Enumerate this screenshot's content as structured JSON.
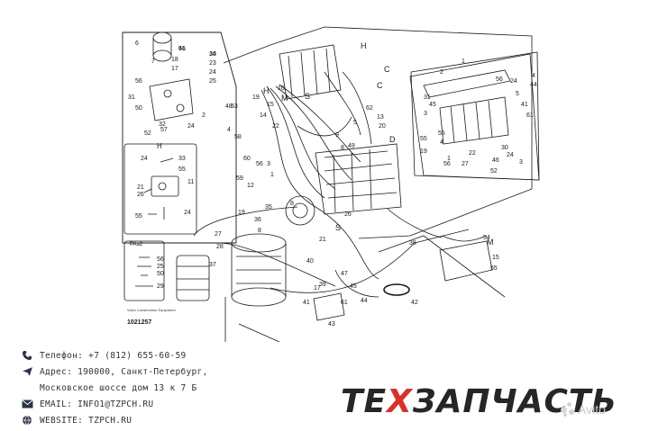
{
  "diagram": {
    "frame_label": "Volvo Construction Equipment",
    "frame_code": "1021257",
    "callouts_main": [
      "51",
      "10",
      "23",
      "24",
      "25",
      "56",
      "18",
      "17",
      "7",
      "6",
      "31",
      "50",
      "52",
      "32",
      "57",
      "24",
      "2",
      "4",
      "53",
      "58",
      "60",
      "59",
      "12",
      "48",
      "19",
      "14",
      "15",
      "16",
      "22",
      "3",
      "9",
      "8",
      "5",
      "13",
      "20",
      "21",
      "26",
      "27",
      "37",
      "28",
      "39",
      "38",
      "55",
      "15",
      "54",
      "42",
      "40",
      "45",
      "47",
      "43",
      "41",
      "17",
      "44",
      "61",
      "49",
      "62",
      "8",
      "56",
      "1",
      "19",
      "8",
      "36",
      "35",
      "46",
      "34"
    ],
    "section_labels": [
      "H",
      "C",
      "D",
      "M",
      "S",
      "S",
      "M",
      "H",
      "C"
    ],
    "inset_h": {
      "label": "H",
      "callouts": [
        "33",
        "55",
        "24",
        "11",
        "21",
        "26",
        "55",
        "24"
      ]
    },
    "inset_paa": {
      "label": "PAa2",
      "callouts": [
        "56",
        "25",
        "50",
        "29"
      ]
    },
    "inset_right": {
      "callouts": [
        "2",
        "1",
        "3",
        "4",
        "44",
        "56",
        "24",
        "5",
        "41",
        "61",
        "55",
        "19",
        "1",
        "56",
        "27",
        "22",
        "30",
        "24",
        "3",
        "45",
        "46",
        "52",
        "55",
        "4",
        "31"
      ]
    }
  },
  "contacts": {
    "phone": "Телефон: +7 (812) 655-60-59",
    "address_1": "Адрес: 190000, Санкт-Петербург,",
    "address_2": "Московское шоссе дом 13 к 7 Б",
    "email": "EMAIL: INFO1@TZPCH.RU",
    "website": "WEBSITE: TZPCH.RU"
  },
  "logo": {
    "part_1": "ТЕ",
    "part_x": "Х",
    "part_2": "ЗАПЧАСТЬ"
  },
  "watermark": "Avito",
  "colors": {
    "accent_red": "#d6322d",
    "logo_dark": "#262626",
    "line": "#1a1a1a"
  },
  "icons": [
    "phone-icon",
    "address-icon",
    "email-icon",
    "website-icon"
  ]
}
